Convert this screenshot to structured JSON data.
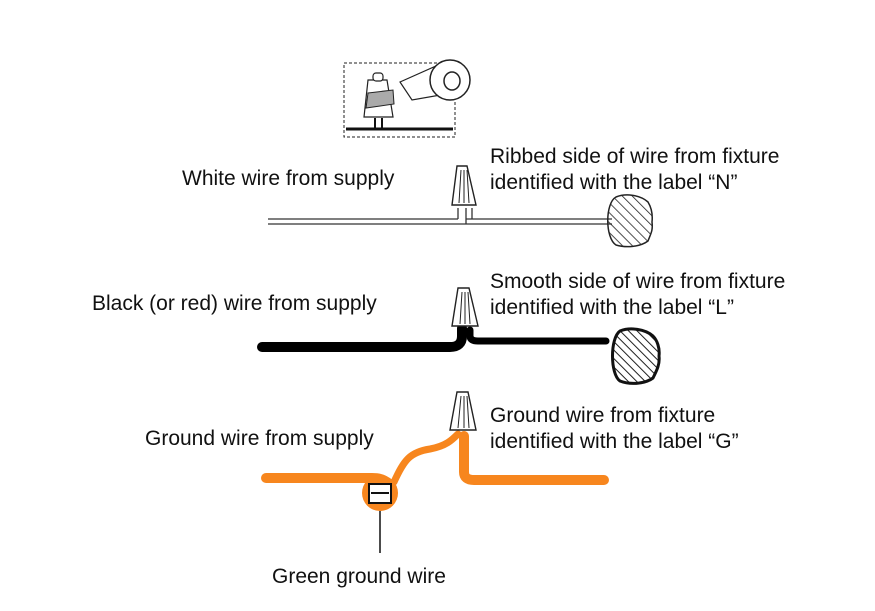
{
  "colors": {
    "ground_wire": "#f7861e",
    "black_wire": "#000000",
    "white_wire_outline": "#333333",
    "text": "#111111"
  },
  "icons": {
    "inset": "wire-nut-and-tape-icon",
    "connector": "wire-nut-icon",
    "wire_end": "hatched-wire-end-icon",
    "ground_screw": "ground-screw-icon"
  },
  "labels": {
    "white_supply": "White wire from supply",
    "ribbed_line1": "Ribbed side of wire from fixture",
    "ribbed_line2": "identified with the label “N”",
    "black_supply": "Black (or red) wire from supply",
    "smooth_line1": "Smooth side of wire from fixture",
    "smooth_line2": "identified with the label “L”",
    "ground_supply": "Ground wire from supply",
    "ground_fixture_line1": "Ground wire from fixture",
    "ground_fixture_line2": "identified with the label “G”",
    "green_ground": "Green ground wire"
  }
}
